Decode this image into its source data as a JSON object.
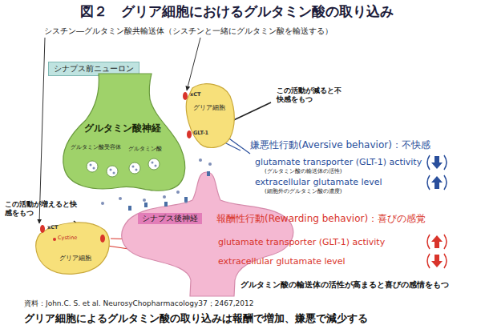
{
  "diagram": {
    "title": "図２　グリア細胞におけるグルタミン酸の取り込み",
    "caption": "グリア細胞によるグルタミン酸の取り込みは報酬で増加、嫌悪で減少する",
    "nodes": [
      {
        "text": [
          "シナプス前ニューロン"
        ]
      },
      {
        "text": [
          "グルタミン酸神経"
        ]
      },
      {
        "text": [
          "グリア細胞"
        ]
      },
      {
        "text": [
          "グリア細胞"
        ]
      },
      {
        "text": [
          "シナプス後神経"
        ]
      }
    ],
    "labels": [
      "シスチン―グルタミン酸共輸送体（シスチンと一緒にグルタミン酸を輸送する）",
      "グルタミン酸受容体",
      "グルタミン酸",
      "xCT",
      "GLT-1",
      "xCT",
      "Cystine",
      "この活動が減ると不快感をもつ",
      "この活動が増えると快感をもつ",
      "嫌悪性行動(Aversive behavior)：不快感",
      "glutamate transporter (GLT-1) activity",
      "(グルタミン酸の輸送体の活性)",
      "extracellular glutamate level",
      "(細胞外のグルタミン酸の濃度)",
      "報酬性行動(Rewarding behavior)：喜びの感覚",
      "glutamate transporter (GLT-1) activity",
      "extracellular glutamate level",
      "グルタミン酸の輸送体の活性が高まると喜びの感情をもつ",
      "資料：John.C. S. et al. NeurosyChopharmacology37；2467,2012"
    ]
  }
}
